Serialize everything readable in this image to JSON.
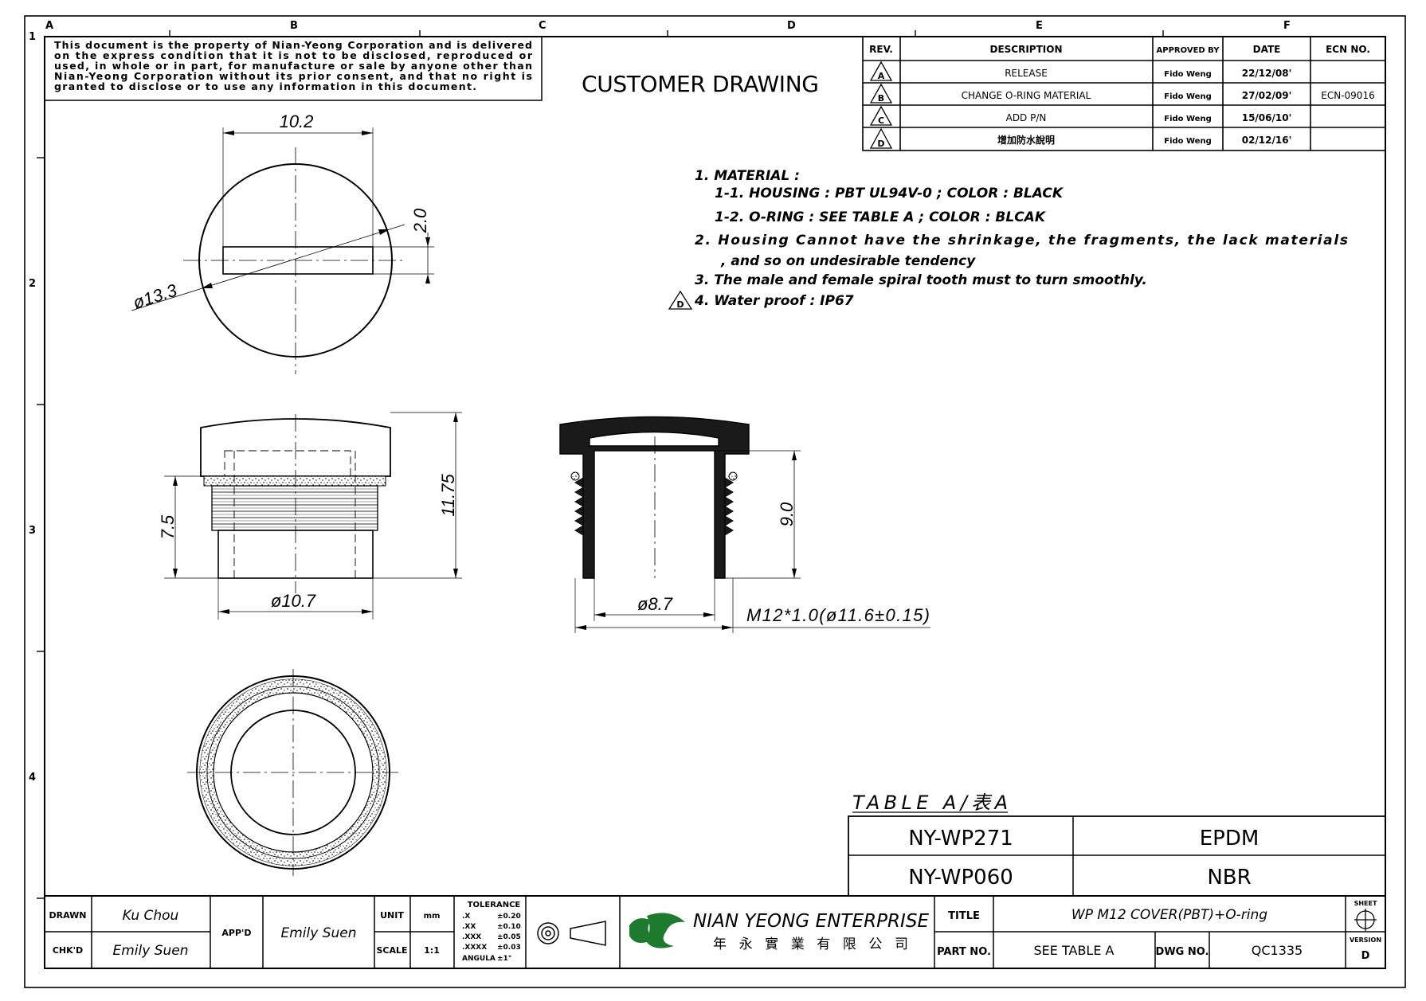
{
  "frame": {
    "columns": [
      "A",
      "B",
      "C",
      "D",
      "E",
      "F"
    ],
    "rows": [
      "1",
      "2",
      "3",
      "4"
    ]
  },
  "notice": {
    "lines": [
      "This document is the property of Nian-Yeong Corporation and is delivered",
      "on  the  express condition that it is not to be disclosed, reproduced or",
      "used, in whole or in part, for manufacture or sale by anyone other than",
      "Nian-Yeong Corporation without  its prior consent, and that  no right  is",
      "granted to disclose or to use any information in this  document."
    ]
  },
  "title": "CUSTOMER DRAWING",
  "revisions": {
    "headers": [
      "REV.",
      "DESCRIPTION",
      "APPROVED BY",
      "DATE",
      "ECN NO."
    ],
    "rows": [
      {
        "rev": "A",
        "description": "RELEASE",
        "approved": "Fido Weng",
        "date": "22/12/08'",
        "ecn": ""
      },
      {
        "rev": "B",
        "description": "CHANGE O-RING MATERIAL",
        "approved": "Fido Weng",
        "date": "27/02/09'",
        "ecn": "ECN-09016"
      },
      {
        "rev": "C",
        "description": "ADD P/N",
        "approved": "Fido Weng",
        "date": "15/06/10'",
        "ecn": ""
      },
      {
        "rev": "D",
        "description": "增加防水說明",
        "approved": "Fido Weng",
        "date": "02/12/16'",
        "ecn": ""
      }
    ]
  },
  "notes": [
    "1. MATERIAL :",
    "1-1. HOUSING : PBT UL94V-0 ; COLOR : BLACK",
    "1-2. O-RING : SEE TABLE A ; COLOR : BLCAK",
    "2. Housing Cannot have the shrinkage, the fragments, the lack materials",
    ", and so on undesirable tendency",
    "3. The male and female spiral tooth must to turn smoothly.",
    "4. Water proof : IP67"
  ],
  "note_revision_marker": "D",
  "dimensions": {
    "top_width": "10.2",
    "slot_height": "2.0",
    "outer_diameter": "ø13.3",
    "thread_length": "7.5",
    "total_height": "11.75",
    "base_diameter": "ø10.7",
    "inner_diameter": "ø8.7",
    "inner_depth": "9.0",
    "thread_spec": "M12*1.0(ø11.6±0.15)"
  },
  "table_a": {
    "title": "TABLE A/表A",
    "rows": [
      {
        "part": "NY-WP271",
        "material": "EPDM"
      },
      {
        "part": "NY-WP060",
        "material": "NBR"
      }
    ]
  },
  "title_block": {
    "drawn_label": "DRAWN",
    "drawn": "Ku Chou",
    "checked_label": "CHK'D",
    "checked": "Emily Suen",
    "approved_label": "APP'D",
    "approved": "Emily Suen",
    "unit_label": "UNIT",
    "unit": "mm",
    "scale_label": "SCALE",
    "scale": "1:1",
    "tolerance_title": "TOLERANCE",
    "tolerances": [
      {
        "k": ".X",
        "v": "±0.20"
      },
      {
        "k": ".XX",
        "v": "±0.10"
      },
      {
        "k": ".XXX",
        "v": "±0.05"
      },
      {
        "k": ".XXXX",
        "v": "±0.03"
      },
      {
        "k": "ANGULA",
        "v": "±1°"
      }
    ],
    "company": "NIAN YEONG ENTERPRISE",
    "company_cn": "年 永 實 業 有 限 公 司",
    "title_label": "TITLE",
    "title_value": "WP M12 COVER(PBT)+O-ring",
    "part_label": "PART NO.",
    "part_value": "SEE TABLE A",
    "dwg_label": "DWG NO.",
    "dwg_value": "QC1335",
    "sheet_label": "SHEET",
    "version_label": "VERSION",
    "version_value": "D"
  }
}
